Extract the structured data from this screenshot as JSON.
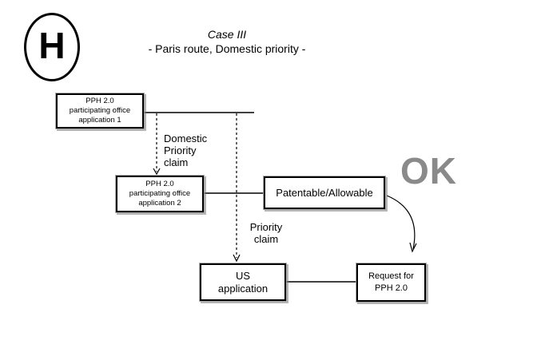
{
  "header": {
    "logo_letter": "H",
    "title": "Case III",
    "subtitle": "- Paris route, Domestic priority -"
  },
  "boxes": {
    "app1": {
      "lines": [
        "PPH 2.0",
        "participating office",
        "application 1"
      ]
    },
    "app2": {
      "lines": [
        "PPH 2.0",
        "participating office",
        "application 2"
      ]
    },
    "patentable": {
      "label": "Patentable/Allowable"
    },
    "us_application": {
      "lines": [
        "US",
        "application"
      ]
    },
    "request": {
      "lines": [
        "Request for",
        "PPH 2.0"
      ]
    }
  },
  "annotations": {
    "domestic_priority_claim": "Domestic\nPriority\nclaim",
    "priority_claim": "Priority\nclaim",
    "ok": "OK"
  },
  "colors": {
    "background": "#ffffff",
    "box_border": "#000000",
    "box_shadow": "#8c8c8c",
    "text": "#000000",
    "ok_gray": "#8a8a8a",
    "connector": "#000000"
  }
}
